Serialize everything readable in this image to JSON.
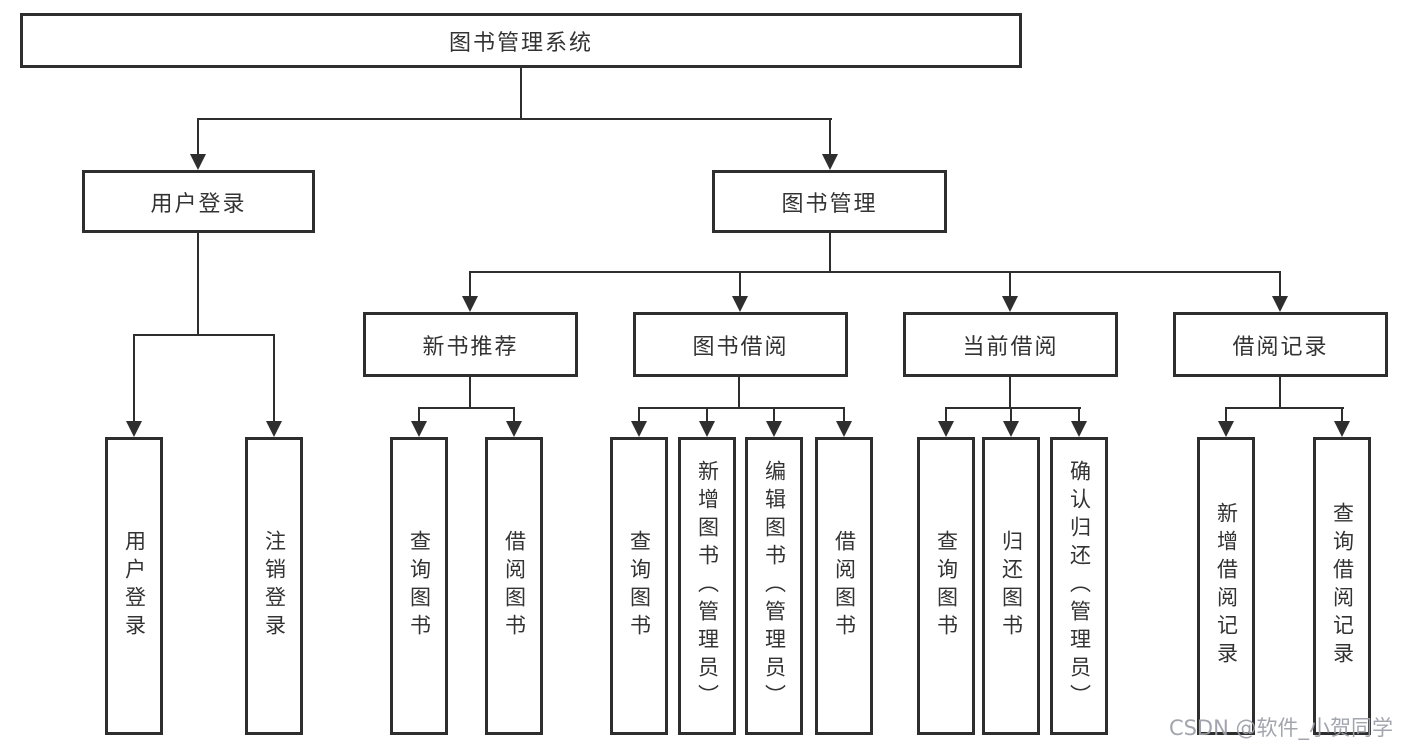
{
  "tree": {
    "root": "图书管理系统",
    "branches": [
      {
        "label": "用户登录",
        "children": [
          {
            "label": "用户登录"
          },
          {
            "label": "注销登录"
          }
        ]
      },
      {
        "label": "图书管理",
        "children": [
          {
            "label": "新书推荐",
            "children": [
              {
                "label": "查询图书"
              },
              {
                "label": "借阅图书"
              }
            ]
          },
          {
            "label": "图书借阅",
            "children": [
              {
                "label": "查询图书"
              },
              {
                "label": "新增图书（管理员）"
              },
              {
                "label": "编辑图书（管理员）"
              },
              {
                "label": "借阅图书"
              }
            ]
          },
          {
            "label": "当前借阅",
            "children": [
              {
                "label": "查询图书"
              },
              {
                "label": "归还图书"
              },
              {
                "label": "确认归还（管理员）"
              }
            ]
          },
          {
            "label": "借阅记录",
            "children": [
              {
                "label": "新增借阅记录"
              },
              {
                "label": "查询借阅记录"
              }
            ]
          }
        ]
      }
    ]
  },
  "watermark": {
    "text": "CSDN @软件_小贺同学"
  },
  "colors": {
    "box_border": "#2e2e2e",
    "connector_line": "#2e2e2e",
    "text": "#333333",
    "background": "#ffffff",
    "watermark": "#9ea0aa"
  }
}
